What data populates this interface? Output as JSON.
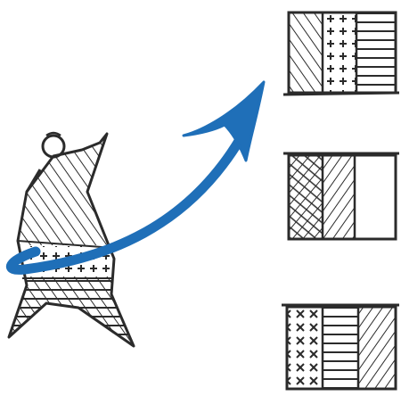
{
  "colors": {
    "ink": "#2b2b2b",
    "accent": "#1f6fb8",
    "background": "#ffffff"
  },
  "figure": {
    "icon": "hatched-person-figure-icon",
    "pattern": "mixed-hatching-and-plus-marks"
  },
  "arrow": {
    "icon": "curved-arrow-icon"
  },
  "panels": [
    {
      "icon": "pattern-panel-icon",
      "patterns": [
        "diagonal-hatch",
        "plus-marks",
        "horizontal-lines"
      ]
    },
    {
      "icon": "pattern-panel-icon",
      "patterns": [
        "crosshatch",
        "diagonal-hatch",
        "blank"
      ]
    },
    {
      "icon": "pattern-panel-icon",
      "patterns": [
        "x-marks",
        "horizontal-lines",
        "diagonal-hatch"
      ]
    }
  ]
}
